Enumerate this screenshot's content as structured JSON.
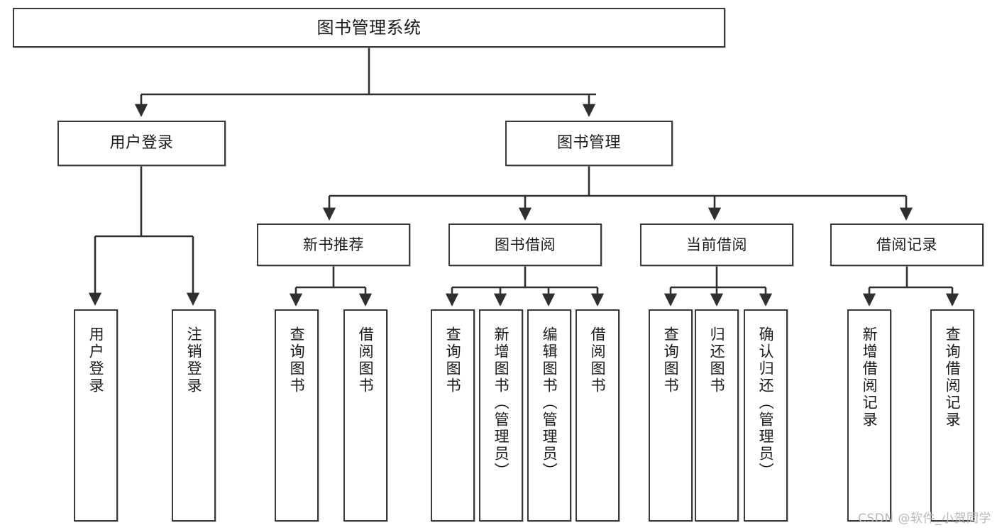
{
  "title": "图书管理系统",
  "watermark": "CSDN @软件_小贺同学",
  "colors": {
    "box_border": "#3a3a3a",
    "box_fill": "#ffffff",
    "edge": "#2f2f2f",
    "text": "#1b1b1b",
    "watermark": "#b9b9b9",
    "background": "#ffffff"
  },
  "chart_data": {
    "type": "diagram",
    "diagram_type": "tree-hierarchy",
    "title": "图书管理系统",
    "orientation": "top-down",
    "edge_style": "orthogonal-with-arrowheads",
    "levels": 4,
    "node_count": 22
  },
  "root": {
    "label": "图书管理系统"
  },
  "level1": [
    {
      "id": "user-login",
      "label": "用户登录"
    },
    {
      "id": "book-manage",
      "label": "图书管理"
    }
  ],
  "level2": [
    {
      "id": "new-book-recommend",
      "label": "新书推荐"
    },
    {
      "id": "book-borrow",
      "label": "图书借阅"
    },
    {
      "id": "current-borrow",
      "label": "当前借阅"
    },
    {
      "id": "borrow-record",
      "label": "借阅记录"
    }
  ],
  "leaves": {
    "user_login": [
      {
        "id": "leaf-user-login",
        "label": "用户登录"
      },
      {
        "id": "leaf-user-logout",
        "label": "注销登录"
      }
    ],
    "new_book_recommend": [
      {
        "id": "leaf-query-book-1",
        "label": "查询图书"
      },
      {
        "id": "leaf-borrow-book-1",
        "label": "借阅图书"
      }
    ],
    "book_borrow": [
      {
        "id": "leaf-query-book-2",
        "label": "查询图书"
      },
      {
        "id": "leaf-add-book",
        "label": "新增图书（管理员）"
      },
      {
        "id": "leaf-edit-book",
        "label": "编辑图书（管理员）"
      },
      {
        "id": "leaf-borrow-book-2",
        "label": "借阅图书"
      }
    ],
    "current_borrow": [
      {
        "id": "leaf-query-book-3",
        "label": "查询图书"
      },
      {
        "id": "leaf-return-book",
        "label": "归还图书"
      },
      {
        "id": "leaf-confirm-return",
        "label": "确认归还（管理员）"
      }
    ],
    "borrow_record": [
      {
        "id": "leaf-add-record",
        "label": "新增借阅记录"
      },
      {
        "id": "leaf-query-record",
        "label": "查询借阅记录"
      }
    ]
  }
}
